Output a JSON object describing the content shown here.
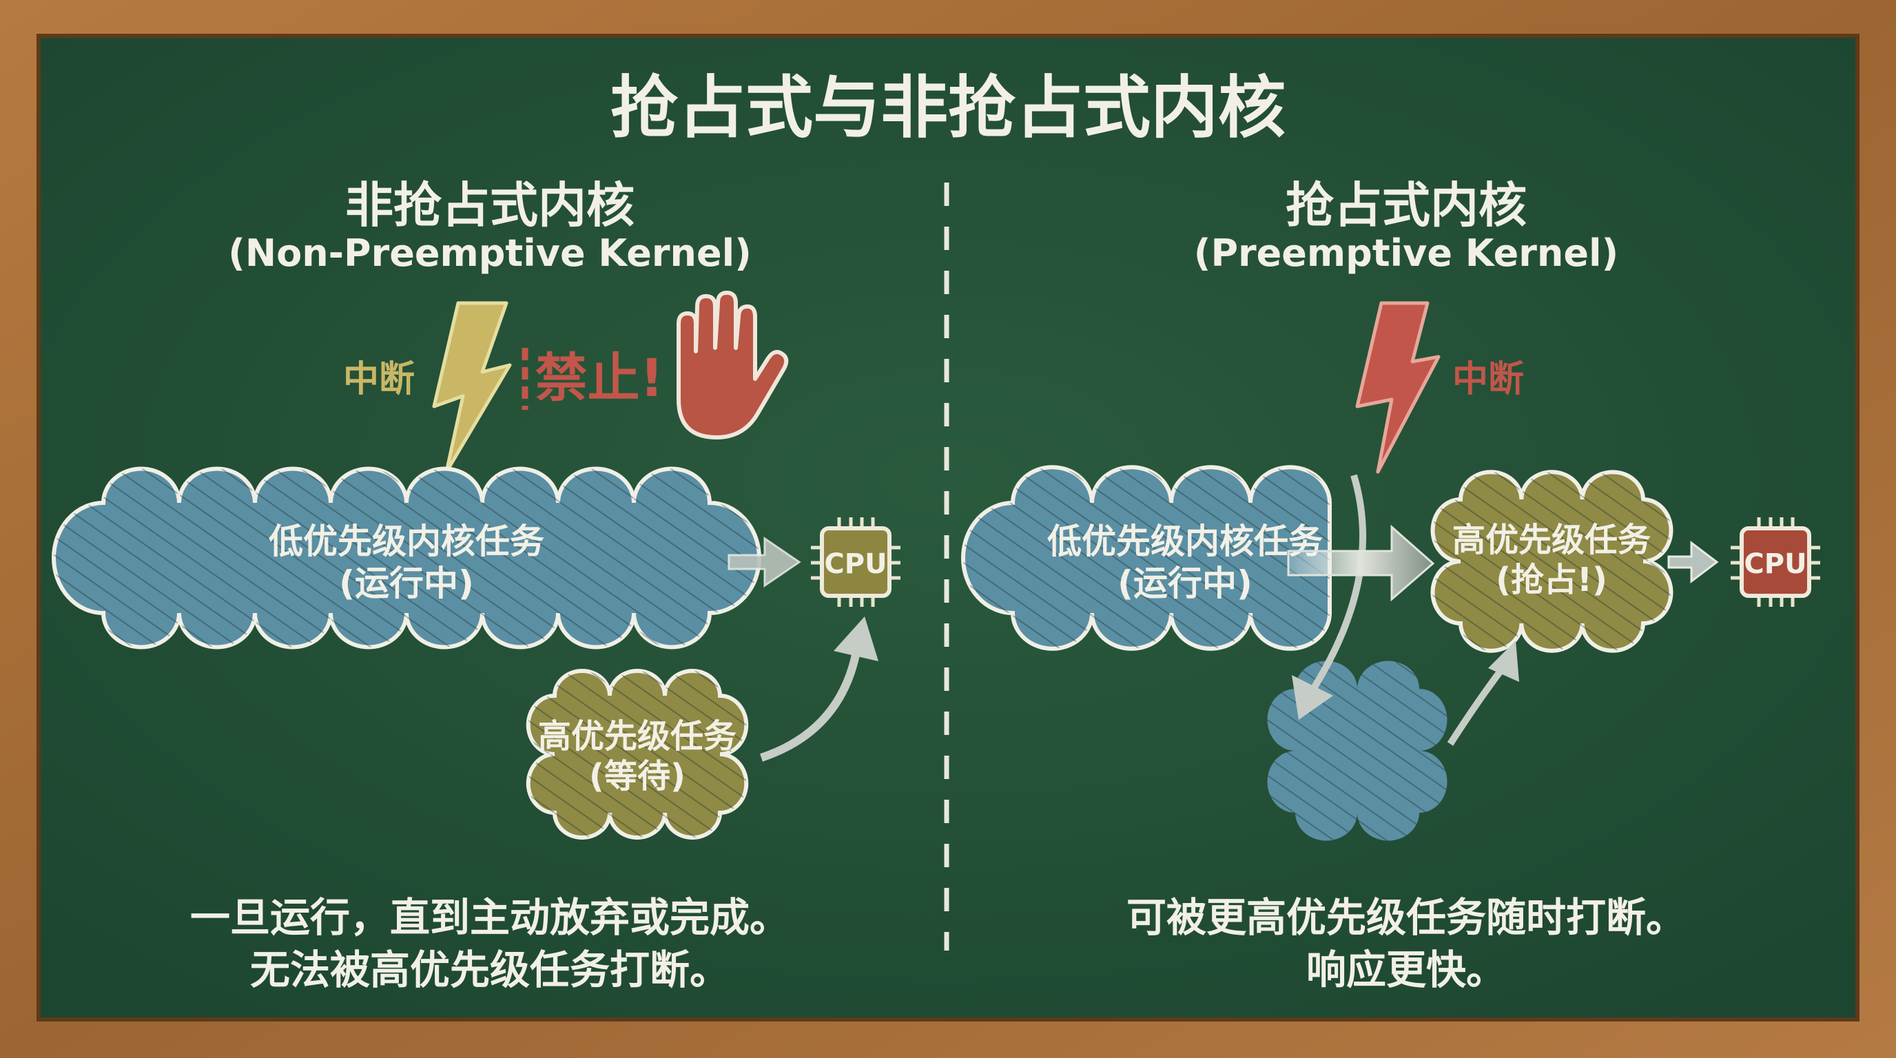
{
  "title": "抢占式与非抢占式内核",
  "colors": {
    "board": "#234f35",
    "frame": "#a86f3a",
    "chalk_white": "#f2f0e6",
    "chalk_yellow": "#c9b766",
    "chalk_red": "#c2564a",
    "cloud_blue": "#5b8fa3",
    "cloud_olive": "#8f8a45",
    "cpu_olive": "#8d8640",
    "cpu_red": "#a84a3a"
  },
  "left": {
    "heading": "非抢占式内核",
    "subheading": "(Non-Preemptive Kernel)",
    "interrupt_label": "中断",
    "forbidden_label": "禁止!",
    "icons": [
      "lightning-icon",
      "stop-hand-icon",
      "cpu-chip-icon"
    ],
    "running_task": {
      "line1": "低优先级内核任务",
      "line2": "(运行中)"
    },
    "waiting_task": {
      "line1": "高优先级任务",
      "line2": "(等待)"
    },
    "cpu_label": "CPU",
    "caption_line1": "一旦运行，直到主动放弃或完成。",
    "caption_line2": "无法被高优先级任务打断。"
  },
  "right": {
    "heading": "抢占式内核",
    "subheading": "(Preemptive Kernel)",
    "interrupt_label": "中断",
    "icons": [
      "lightning-icon",
      "cpu-chip-icon"
    ],
    "running_task": {
      "line1": "低优先级内核任务",
      "line2": "(运行中)"
    },
    "preempting_task": {
      "line1": "高优先级任务",
      "line2": "(抢占!)"
    },
    "cpu_label": "CPU",
    "caption_line1": "可被更高优先级任务随时打断。",
    "caption_line2": "响应更快。"
  }
}
